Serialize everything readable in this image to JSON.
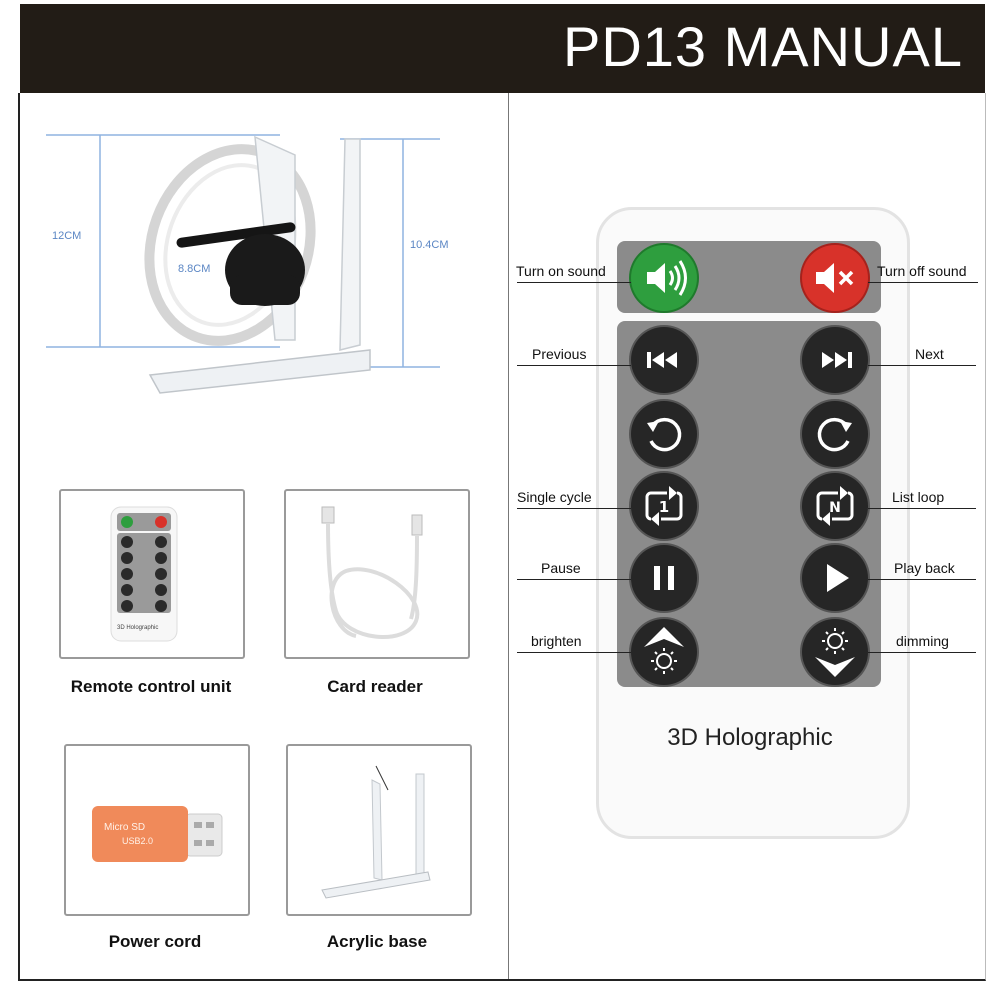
{
  "header": {
    "title": "PD13 MANUAL"
  },
  "device": {
    "dim_height": "12CM",
    "dim_fan": "8.8CM",
    "dim_stand": "10.4CM"
  },
  "accessories": [
    {
      "label": "Remote control unit",
      "remote_brand": "3D Holographic"
    },
    {
      "label": "Card reader"
    },
    {
      "label": "Power cord",
      "card_text": "Micro SD",
      "card_sub": "USB2.0"
    },
    {
      "label": "Acrylic base"
    }
  ],
  "remote": {
    "brand": "3D Holographic",
    "labels": {
      "turn_on_sound": "Turn on sound",
      "turn_off_sound": "Turn off sound",
      "previous": "Previous",
      "next": "Next",
      "single_cycle": "Single cycle",
      "list_loop": "List loop",
      "pause": "Pause",
      "play_back": "Play back",
      "brighten": "brighten",
      "dimming": "dimming"
    },
    "colors": {
      "sound_on": "#2e9e3e",
      "sound_off": "#d8322a",
      "button": "#262626",
      "panel": "#8b8b8b"
    }
  }
}
